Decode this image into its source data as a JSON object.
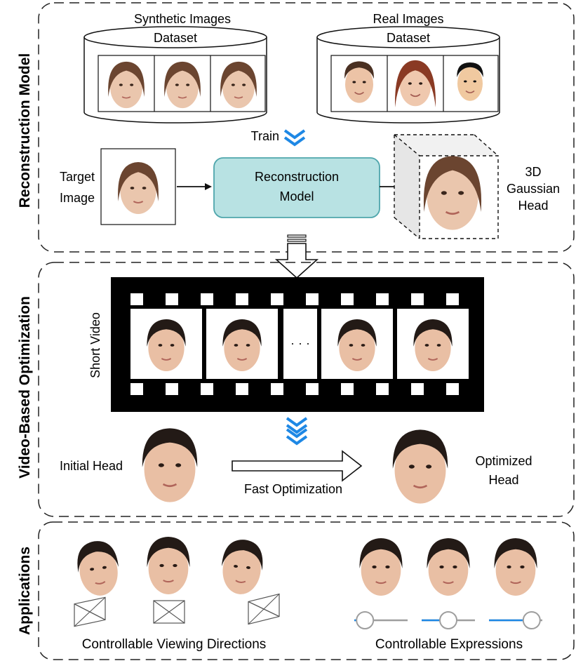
{
  "sections": {
    "reconstruction": "Reconstruction Model",
    "video": "Video-Based Optimization",
    "applications": "Applications"
  },
  "datasets": {
    "synthetic_title": "Synthetic Images",
    "real_title": "Real Images",
    "label": "Dataset"
  },
  "train_label": "Train",
  "target_image": {
    "line1": "Target",
    "line2": "Image"
  },
  "model_box": {
    "line1": "Reconstruction",
    "line2": "Model",
    "fill": "#b8e2e3",
    "stroke": "#4fa6ac"
  },
  "gaussian_head": {
    "line1": "3D",
    "line2": "Gaussian",
    "line3": "Head"
  },
  "short_video_label": "Short Video",
  "ellipsis": "· · ·",
  "initial_head": "Initial Head",
  "fast_optimization": "Fast Optimization",
  "optimized_head": {
    "line1": "Optimized",
    "line2": "Head"
  },
  "apps": {
    "viewing": "Controllable Viewing Directions",
    "expressions": "Controllable Expressions"
  },
  "slider_levels": [
    0.2,
    0.5,
    0.8
  ],
  "colors": {
    "accent_blue": "#1e88e5",
    "skin": "#e9bfa4",
    "hair_dark": "#231a16",
    "hair_brown": "#6b4530"
  }
}
